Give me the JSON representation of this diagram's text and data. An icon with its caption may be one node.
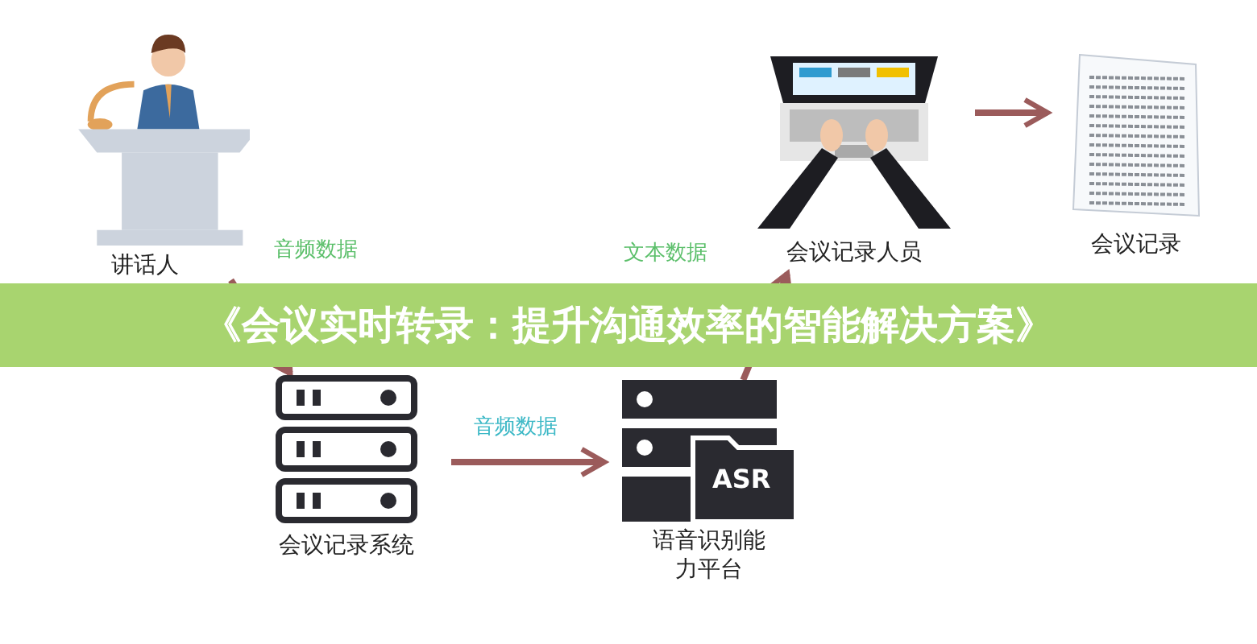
{
  "diagram": {
    "title": "《会议实时转录：提升沟通效率的智能解决方案》",
    "nodes": [
      {
        "text": [
          "讲话人"
        ]
      },
      {
        "text": [
          "会议记录人员"
        ]
      },
      {
        "text": [
          "会议记录"
        ]
      },
      {
        "text": [
          "会议记录系统"
        ]
      },
      {
        "text": [
          "ASR",
          "语音识别能力平台"
        ]
      }
    ],
    "edges": [
      {
        "from": 0,
        "to": 3,
        "arrow": "to",
        "label": "音频数据"
      },
      {
        "from": 3,
        "to": 4,
        "arrow": "to",
        "label": "音频数据"
      },
      {
        "from": 4,
        "to": 1,
        "arrow": "to",
        "label": "文本数据"
      },
      {
        "from": 1,
        "to": 2,
        "arrow": "to"
      }
    ]
  }
}
